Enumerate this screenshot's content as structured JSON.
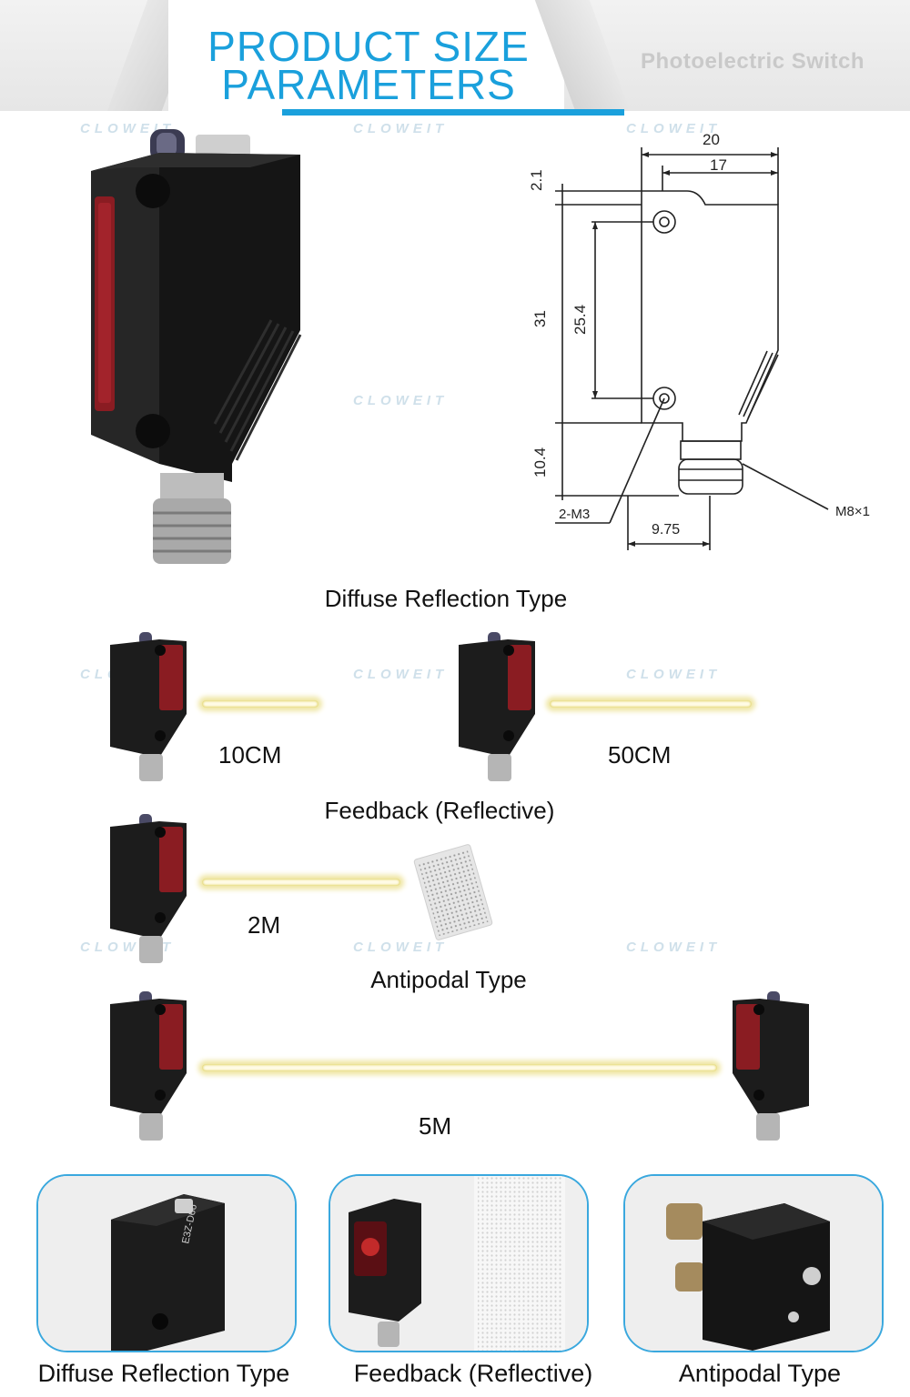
{
  "header": {
    "title_line1": "PRODUCT SIZE",
    "title_line2": "PARAMETERS",
    "subtitle": "Photoelectric Switch"
  },
  "watermark": "CLOWEIT",
  "drawing": {
    "dim_width_total": "20",
    "dim_width_inner": "17",
    "dim_top": "2.1",
    "dim_height": "31",
    "dim_hole_spacing": "25.4",
    "dim_bottom": "10.4",
    "dim_hole_label": "2-M3",
    "dim_connector_offset": "9.75",
    "dim_connector_label": "M8×1"
  },
  "sections": {
    "diffuse_title": "Diffuse Reflection Type",
    "diffuse_dist_1": "10CM",
    "diffuse_dist_2": "50CM",
    "feedback_title": "Feedback (Reflective)",
    "feedback_dist": "2M",
    "antipodal_title": "Antipodal Type",
    "antipodal_dist": "5M"
  },
  "thumbnails": [
    {
      "caption": "Diffuse Reflection Type",
      "label": "E3Z-D66"
    },
    {
      "caption": "Feedback (Reflective)"
    },
    {
      "caption": "Antipodal Type"
    }
  ],
  "colors": {
    "accent": "#1aa0dc",
    "sensor_body": "#1e1e1e",
    "sensor_lens": "#8a1c22"
  }
}
